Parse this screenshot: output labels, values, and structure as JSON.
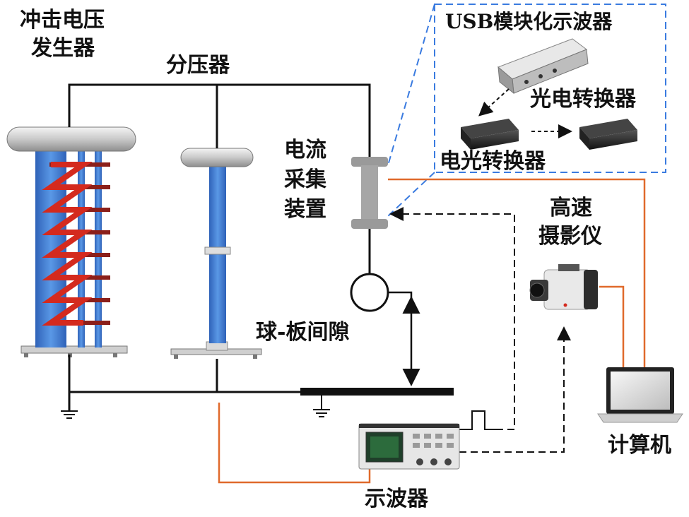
{
  "labels": {
    "impulse_generator_line1": "冲击电压",
    "impulse_generator_line2": "发生器",
    "voltage_divider": "分压器",
    "current_collector_line1": "电流",
    "current_collector_line2": "采集",
    "current_collector_line3": "装置",
    "usb_oscilloscope": "USB模块化示波器",
    "oe_converter": "光电转换器",
    "eo_converter": "电光转换器",
    "highspeed_camera_line1": "高速",
    "highspeed_camera_line2": "摄影仪",
    "sphere_plate_gap": "球-板间隙",
    "computer": "计算机",
    "oscilloscope": "示波器"
  },
  "colors": {
    "wire": "#111111",
    "signal_wire": "#e06a2c",
    "dashed_box": "#3a7be0",
    "column_blue": "#3f7fd6",
    "coil_red": "#d42a1e"
  },
  "icons": {
    "usb_scope": "usb-oscilloscope-icon",
    "converter": "converter-box-icon",
    "camera": "camera-icon",
    "laptop": "laptop-icon",
    "scope": "oscilloscope-icon",
    "ground": "ground-icon"
  }
}
